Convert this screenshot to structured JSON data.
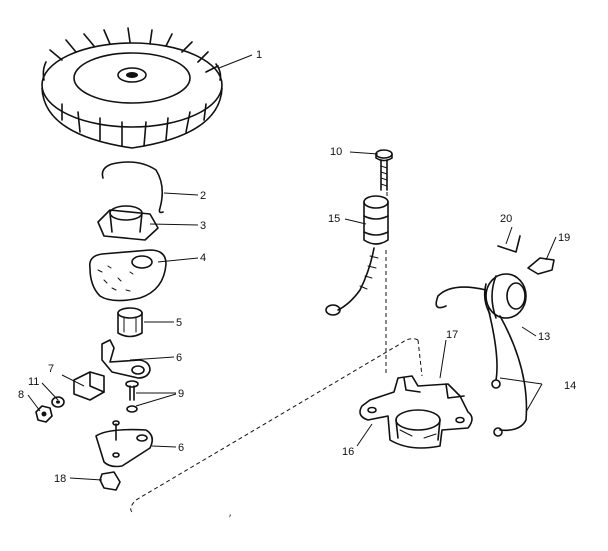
{
  "callouts": {
    "c1": "1",
    "c2": "2",
    "c3": "3",
    "c4": "4",
    "c5": "5",
    "c6a": "6",
    "c6b": "6",
    "c7": "7",
    "c8": "8",
    "c9": "9",
    "c10": "10",
    "c11": "11",
    "c13": "13",
    "c14": "14",
    "c15": "15",
    "c16": "16",
    "c17": "17",
    "c18": "18",
    "c19": "19",
    "c20": "20",
    "mark": "′"
  },
  "colors": {
    "ink": "#111111",
    "paper": "#ffffff"
  }
}
